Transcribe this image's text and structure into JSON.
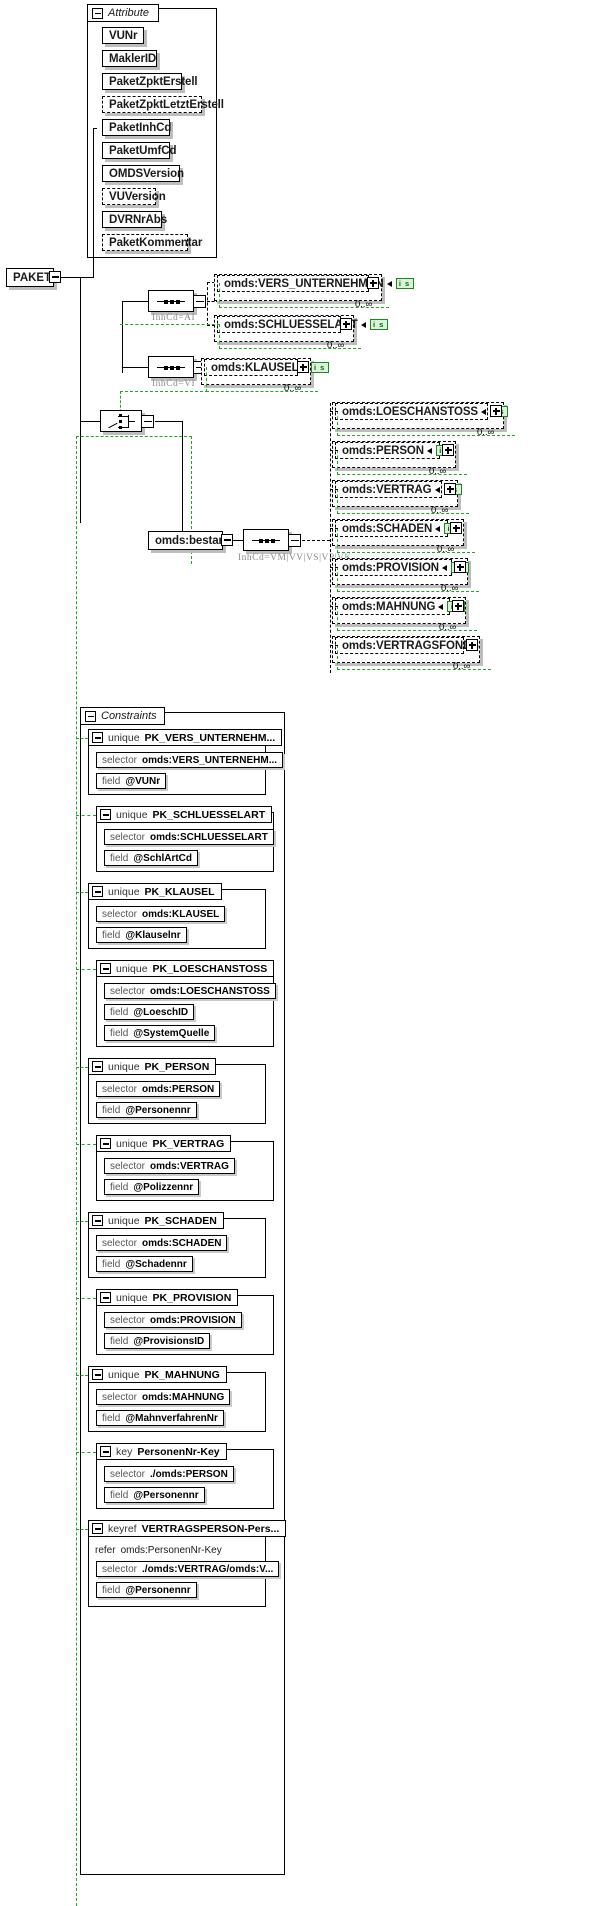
{
  "root": {
    "label": "PAKET"
  },
  "attribute_group": {
    "title": "Attribute",
    "items": [
      {
        "label": "VUNr",
        "optional": false
      },
      {
        "label": "MaklerID",
        "optional": false
      },
      {
        "label": "PaketZpktErstell",
        "optional": false
      },
      {
        "label": "PaketZpktLetztErstell",
        "optional": true
      },
      {
        "label": "PaketInhCd",
        "optional": false
      },
      {
        "label": "PaketUmfCd",
        "optional": false
      },
      {
        "label": "OMDSVersion",
        "optional": false
      },
      {
        "label": "VUVersion",
        "optional": true
      },
      {
        "label": "DVRNrAbs",
        "optional": false
      },
      {
        "label": "PaketKommentar",
        "optional": true
      }
    ]
  },
  "compositors": [
    {
      "type": "sequence",
      "annotation": "InhCd=AI"
    },
    {
      "type": "sequence",
      "annotation": "InhCd=VI"
    },
    {
      "type": "choice",
      "annotation": ""
    },
    {
      "type": "sequence",
      "annotation": "InhCd=VM|VV|VS|VP|VK"
    }
  ],
  "elements": {
    "group_ai": [
      {
        "label": "omds:VERS_UNTERNEHMEN",
        "badge": "i s",
        "occurs": "0..∞"
      },
      {
        "label": "omds:SCHLUESSELART",
        "badge": "i s",
        "occurs": "0..∞"
      }
    ],
    "group_vi": [
      {
        "label": "omds:KLAUSEL",
        "badge": "i s",
        "occurs": "0..∞"
      }
    ],
    "bestand_node": {
      "label": "omds:bestand"
    },
    "group_bestand": [
      {
        "label": "omds:LOESCHANSTOSS",
        "badge": "i s",
        "occurs": "0..∞"
      },
      {
        "label": "omds:PERSON",
        "badge": "i s",
        "occurs": "0..∞"
      },
      {
        "label": "omds:VERTRAG",
        "badge": "i s",
        "occurs": "0..∞"
      },
      {
        "label": "omds:SCHADEN",
        "badge": "i s",
        "occurs": "0..∞"
      },
      {
        "label": "omds:PROVISION",
        "badge": "i s",
        "occurs": "0..∞"
      },
      {
        "label": "omds:MAHNUNG",
        "badge": "i s",
        "occurs": "0..∞"
      },
      {
        "label": "omds:VERTRAGSFONDS",
        "badge": "",
        "occurs": "0..∞"
      }
    ]
  },
  "constraints_group": {
    "title": "Constraints",
    "items": [
      {
        "kind": "unique",
        "name": "PK_VERS_UNTERNEHM...",
        "rows": [
          {
            "kw": "selector",
            "val": "omds:VERS_UNTERNEHM..."
          },
          {
            "kw": "field",
            "val": "@VUNr"
          }
        ]
      },
      {
        "kind": "unique",
        "name": "PK_SCHLUESSELART",
        "rows": [
          {
            "kw": "selector",
            "val": "omds:SCHLUESSELART"
          },
          {
            "kw": "field",
            "val": "@SchlArtCd"
          }
        ]
      },
      {
        "kind": "unique",
        "name": "PK_KLAUSEL",
        "rows": [
          {
            "kw": "selector",
            "val": "omds:KLAUSEL"
          },
          {
            "kw": "field",
            "val": "@Klauselnr"
          }
        ]
      },
      {
        "kind": "unique",
        "name": "PK_LOESCHANSTOSS",
        "rows": [
          {
            "kw": "selector",
            "val": "omds:LOESCHANSTOSS"
          },
          {
            "kw": "field",
            "val": "@LoeschID"
          },
          {
            "kw": "field",
            "val": "@SystemQuelle"
          }
        ]
      },
      {
        "kind": "unique",
        "name": "PK_PERSON",
        "rows": [
          {
            "kw": "selector",
            "val": "omds:PERSON"
          },
          {
            "kw": "field",
            "val": "@Personennr"
          }
        ]
      },
      {
        "kind": "unique",
        "name": "PK_VERTRAG",
        "rows": [
          {
            "kw": "selector",
            "val": "omds:VERTRAG"
          },
          {
            "kw": "field",
            "val": "@Polizzennr"
          }
        ]
      },
      {
        "kind": "unique",
        "name": "PK_SCHADEN",
        "rows": [
          {
            "kw": "selector",
            "val": "omds:SCHADEN"
          },
          {
            "kw": "field",
            "val": "@Schadennr"
          }
        ]
      },
      {
        "kind": "unique",
        "name": "PK_PROVISION",
        "rows": [
          {
            "kw": "selector",
            "val": "omds:PROVISION"
          },
          {
            "kw": "field",
            "val": "@ProvisionsID"
          }
        ]
      },
      {
        "kind": "unique",
        "name": "PK_MAHNUNG",
        "rows": [
          {
            "kw": "selector",
            "val": "omds:MAHNUNG"
          },
          {
            "kw": "field",
            "val": "@MahnverfahrenNr"
          }
        ]
      },
      {
        "kind": "key",
        "name": "PersonenNr-Key",
        "rows": [
          {
            "kw": "selector",
            "val": "./omds:PERSON"
          },
          {
            "kw": "field",
            "val": "@Personennr"
          }
        ]
      },
      {
        "kind": "keyref",
        "name": "VERTRAGSPERSON-Pers...",
        "refer": {
          "kw": "refer",
          "val": "omds:PersonenNr-Key"
        },
        "rows": [
          {
            "kw": "selector",
            "val": "./omds:VERTRAG/omds:V..."
          },
          {
            "kw": "field",
            "val": "@Personennr"
          }
        ]
      }
    ]
  },
  "colors": {
    "green": "#1fa81f",
    "badge_bg": "#d9f2d9",
    "badge_fg": "#106510",
    "shadow": "#bdbdbd"
  }
}
